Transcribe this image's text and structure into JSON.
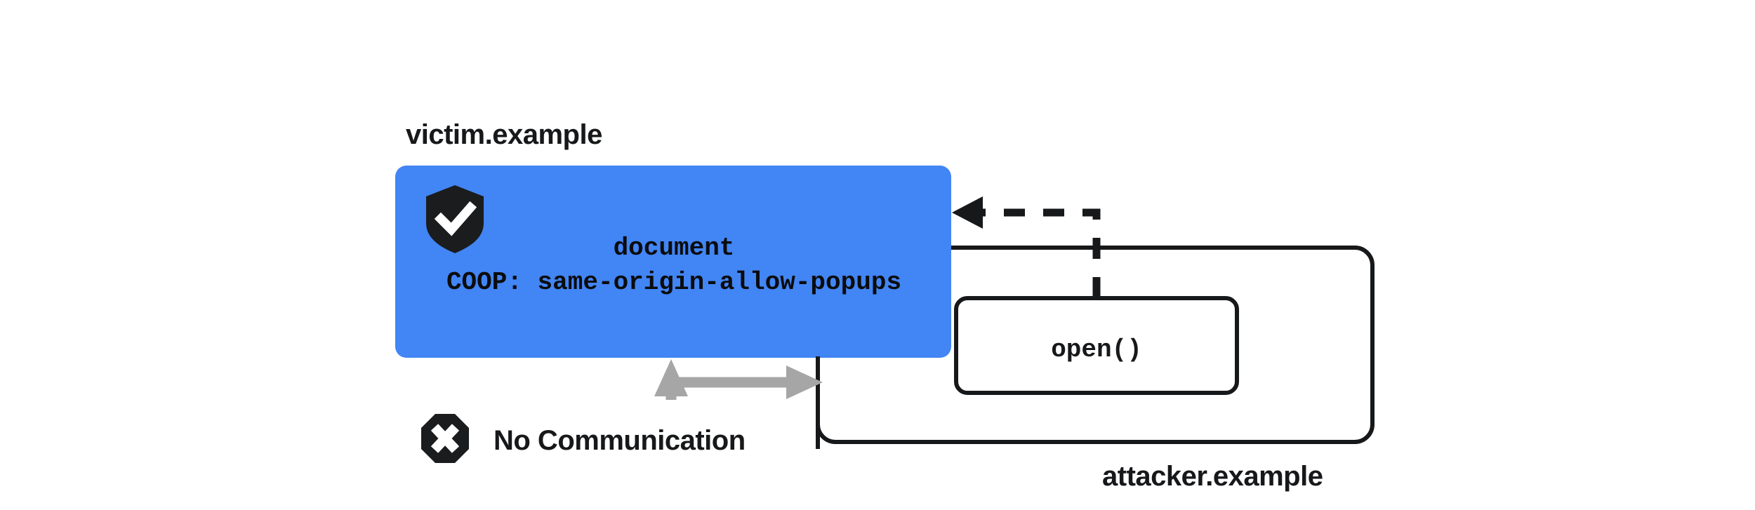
{
  "diagram": {
    "title_labels": {
      "victim_origin": "victim.example",
      "attacker_origin": "attacker.example"
    },
    "victim_frame": {
      "document_label": "document",
      "coop_header": "COOP: same-origin-allow-popups",
      "shield_icon": "shield-check-icon",
      "fill_color": "#4285F4"
    },
    "attacker_frame": {
      "popup_label": "open()",
      "border_color": "#17181a"
    },
    "relations": {
      "no_communication_label": "No Communication",
      "no_communication_icon": "octagon-x-icon",
      "blocked_arrow_color": "#A6A6A6",
      "opener_arrow_color": "#17181a",
      "opener_arrow_style": "dashed"
    }
  }
}
